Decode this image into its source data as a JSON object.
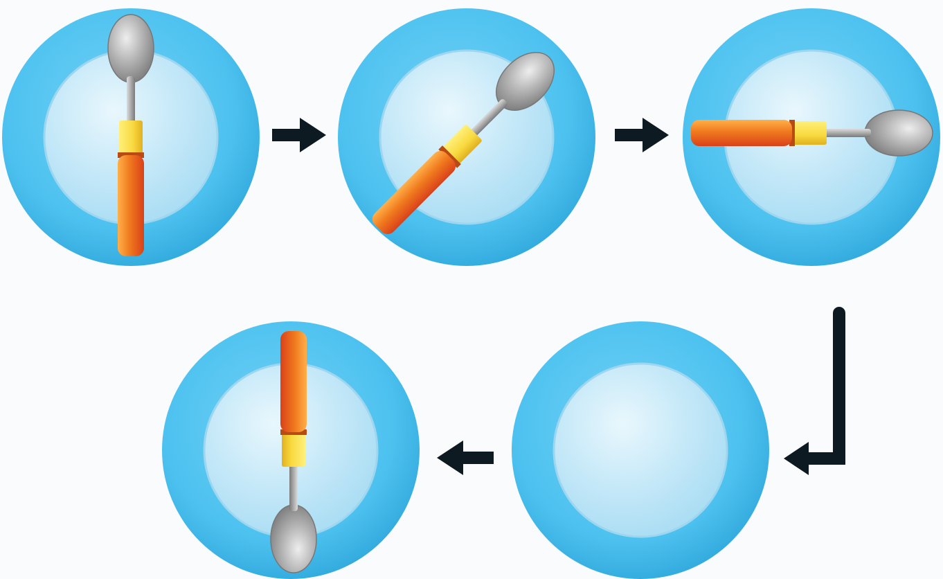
{
  "diagram": {
    "steps": [
      {
        "id": "step-1",
        "spoon": true,
        "spoon_angle_deg": 0
      },
      {
        "id": "step-2",
        "spoon": true,
        "spoon_angle_deg": 45
      },
      {
        "id": "step-3",
        "spoon": true,
        "spoon_angle_deg": 90
      },
      {
        "id": "step-4",
        "spoon": false,
        "spoon_angle_deg": null
      },
      {
        "id": "step-5",
        "spoon": true,
        "spoon_angle_deg": 180
      }
    ],
    "arrows": [
      {
        "from": "step-1",
        "to": "step-2",
        "direction": "right"
      },
      {
        "from": "step-2",
        "to": "step-3",
        "direction": "right"
      },
      {
        "from": "step-3",
        "to": "step-4",
        "direction": "down-then-left"
      },
      {
        "from": "step-4",
        "to": "step-5",
        "direction": "left"
      }
    ],
    "colors": {
      "plate_rim": "#4cc1ef",
      "plate_rim_shade": "#37acdc",
      "plate_center": "#bfe6f7",
      "plate_center_highlight": "#e6f6fd",
      "spoon_bowl": "#a9a9a9",
      "spoon_handle": "#f07a1e",
      "spoon_collar": "#f8d93e",
      "arrow": "#0d1a22"
    },
    "icon": "spoon-rotation-icon"
  }
}
